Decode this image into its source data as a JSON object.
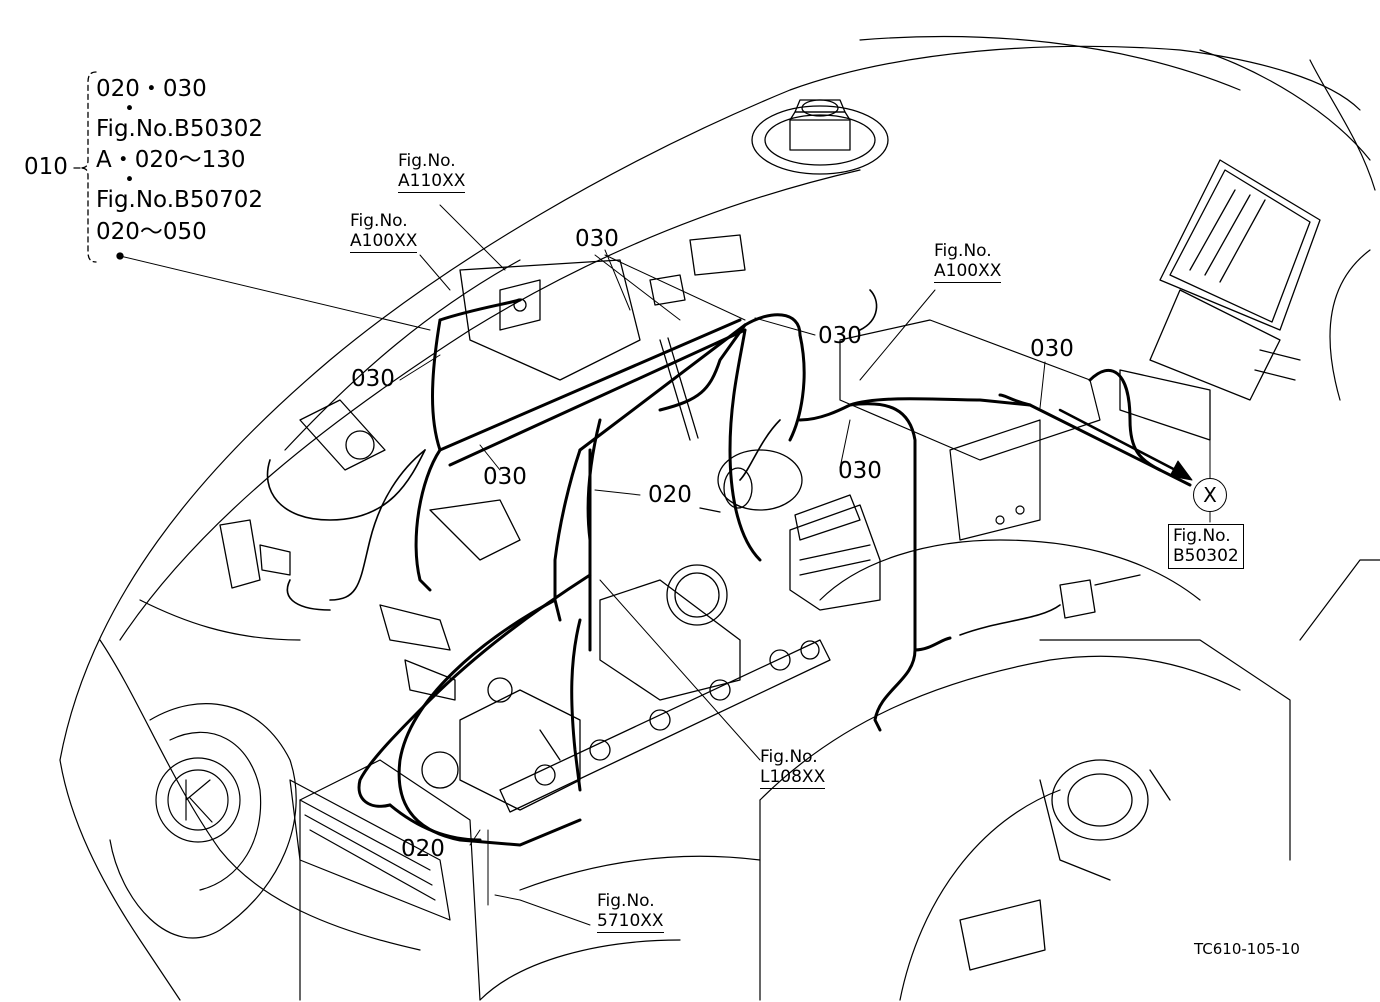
{
  "callout_010": {
    "ref": "010",
    "lines": [
      "020・030",
      "・",
      "Fig.No.B50302",
      "A・020～130",
      "・",
      "Fig.No.B50702",
      "020～050"
    ]
  },
  "labels": {
    "fig_a110": [
      "Fig.No.",
      "A110XX"
    ],
    "fig_a100_left": [
      "Fig.No.",
      "A100XX"
    ],
    "fig_a100_right": [
      "Fig.No.",
      "A100XX"
    ],
    "fig_b50302": [
      "Fig.No.",
      "B50302"
    ],
    "fig_l108": [
      "Fig.No.",
      "L108XX"
    ],
    "fig_5710": [
      "Fig.No.",
      "5710XX"
    ],
    "x_marker": "X",
    "p030": "030",
    "p020": "020"
  },
  "drawing_code": "TC610-105-10",
  "colors": {
    "line": "#000000",
    "background": "#ffffff"
  }
}
